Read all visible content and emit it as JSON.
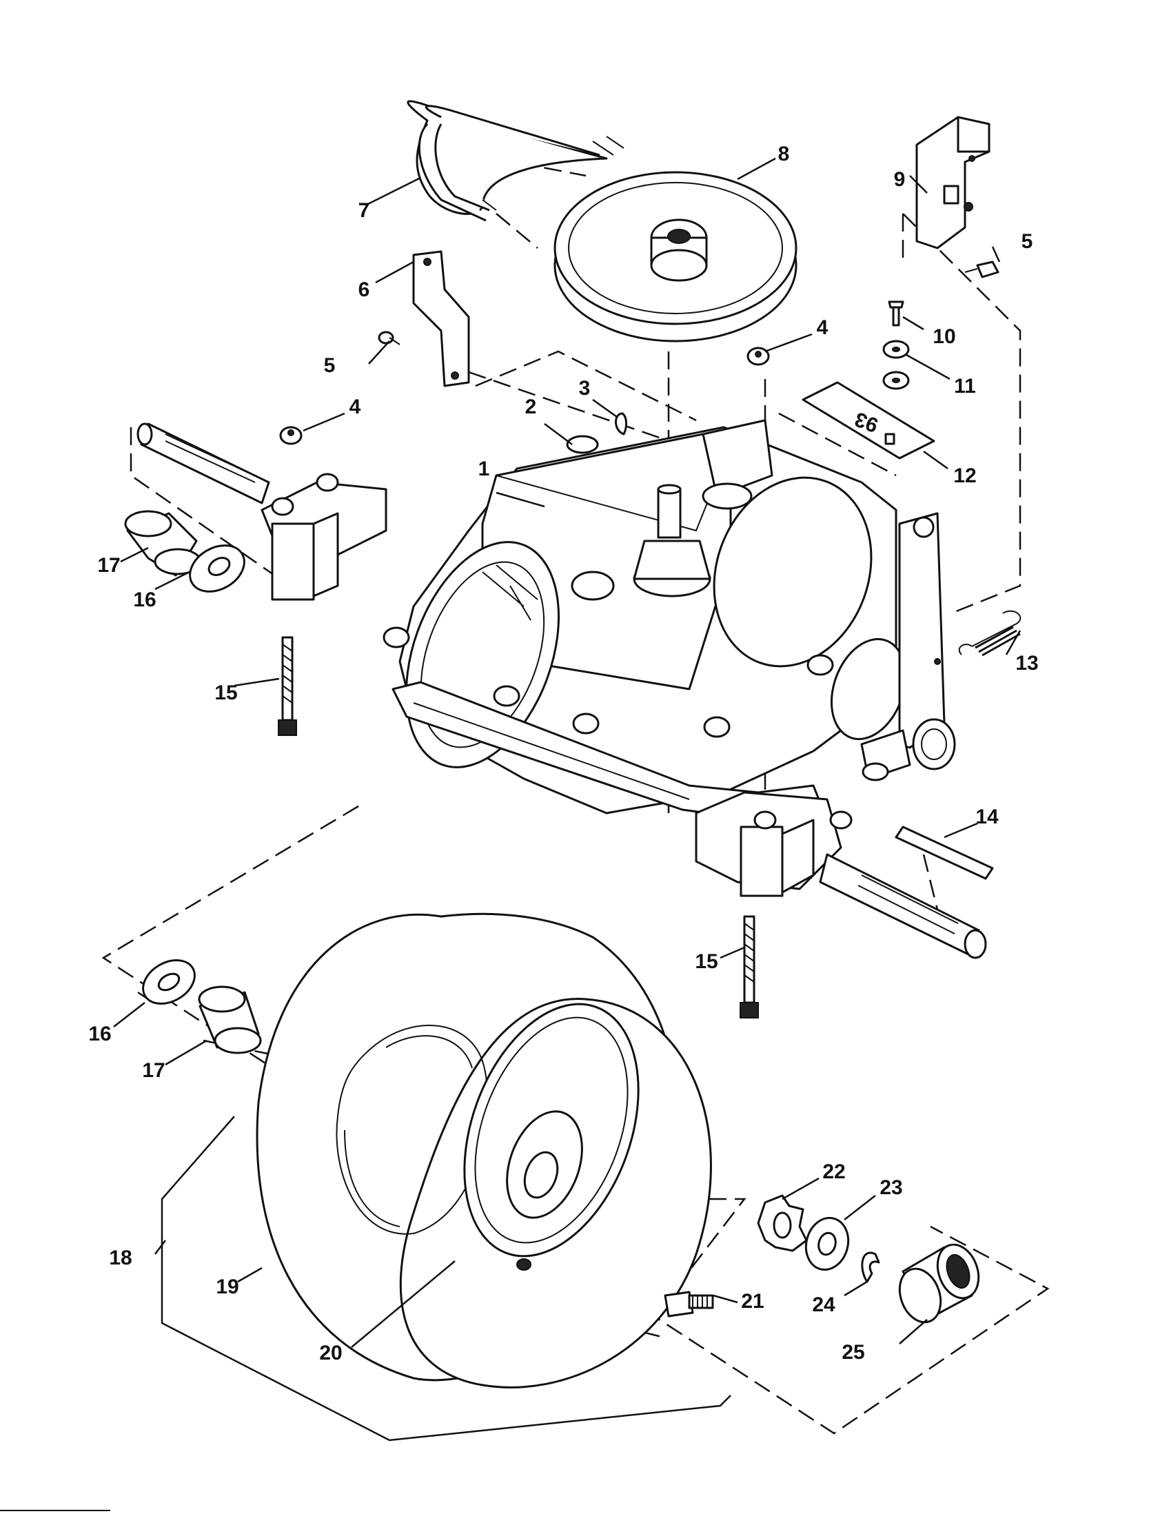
{
  "diagram": {
    "callouts": [
      {
        "id": "c1",
        "text": "1"
      },
      {
        "id": "c2",
        "text": "2"
      },
      {
        "id": "c3",
        "text": "3"
      },
      {
        "id": "c4a",
        "text": "4"
      },
      {
        "id": "c4b",
        "text": "4"
      },
      {
        "id": "c5a",
        "text": "5"
      },
      {
        "id": "c5b",
        "text": "5"
      },
      {
        "id": "c6",
        "text": "6"
      },
      {
        "id": "c7",
        "text": "7"
      },
      {
        "id": "c8",
        "text": "8"
      },
      {
        "id": "c9",
        "text": "9"
      },
      {
        "id": "c10",
        "text": "10"
      },
      {
        "id": "c11",
        "text": "11"
      },
      {
        "id": "c12",
        "text": "12"
      },
      {
        "id": "c13",
        "text": "13"
      },
      {
        "id": "c14",
        "text": "14"
      },
      {
        "id": "c15a",
        "text": "15"
      },
      {
        "id": "c15b",
        "text": "15"
      },
      {
        "id": "c16a",
        "text": "16"
      },
      {
        "id": "c16b",
        "text": "16"
      },
      {
        "id": "c17a",
        "text": "17"
      },
      {
        "id": "c17b",
        "text": "17"
      },
      {
        "id": "c18",
        "text": "18"
      },
      {
        "id": "c19",
        "text": "19"
      },
      {
        "id": "c20",
        "text": "20"
      },
      {
        "id": "c21",
        "text": "21"
      },
      {
        "id": "c22",
        "text": "22"
      },
      {
        "id": "c23",
        "text": "23"
      },
      {
        "id": "c24",
        "text": "24"
      },
      {
        "id": "c25",
        "text": "25"
      }
    ],
    "plate_marking": "93"
  }
}
